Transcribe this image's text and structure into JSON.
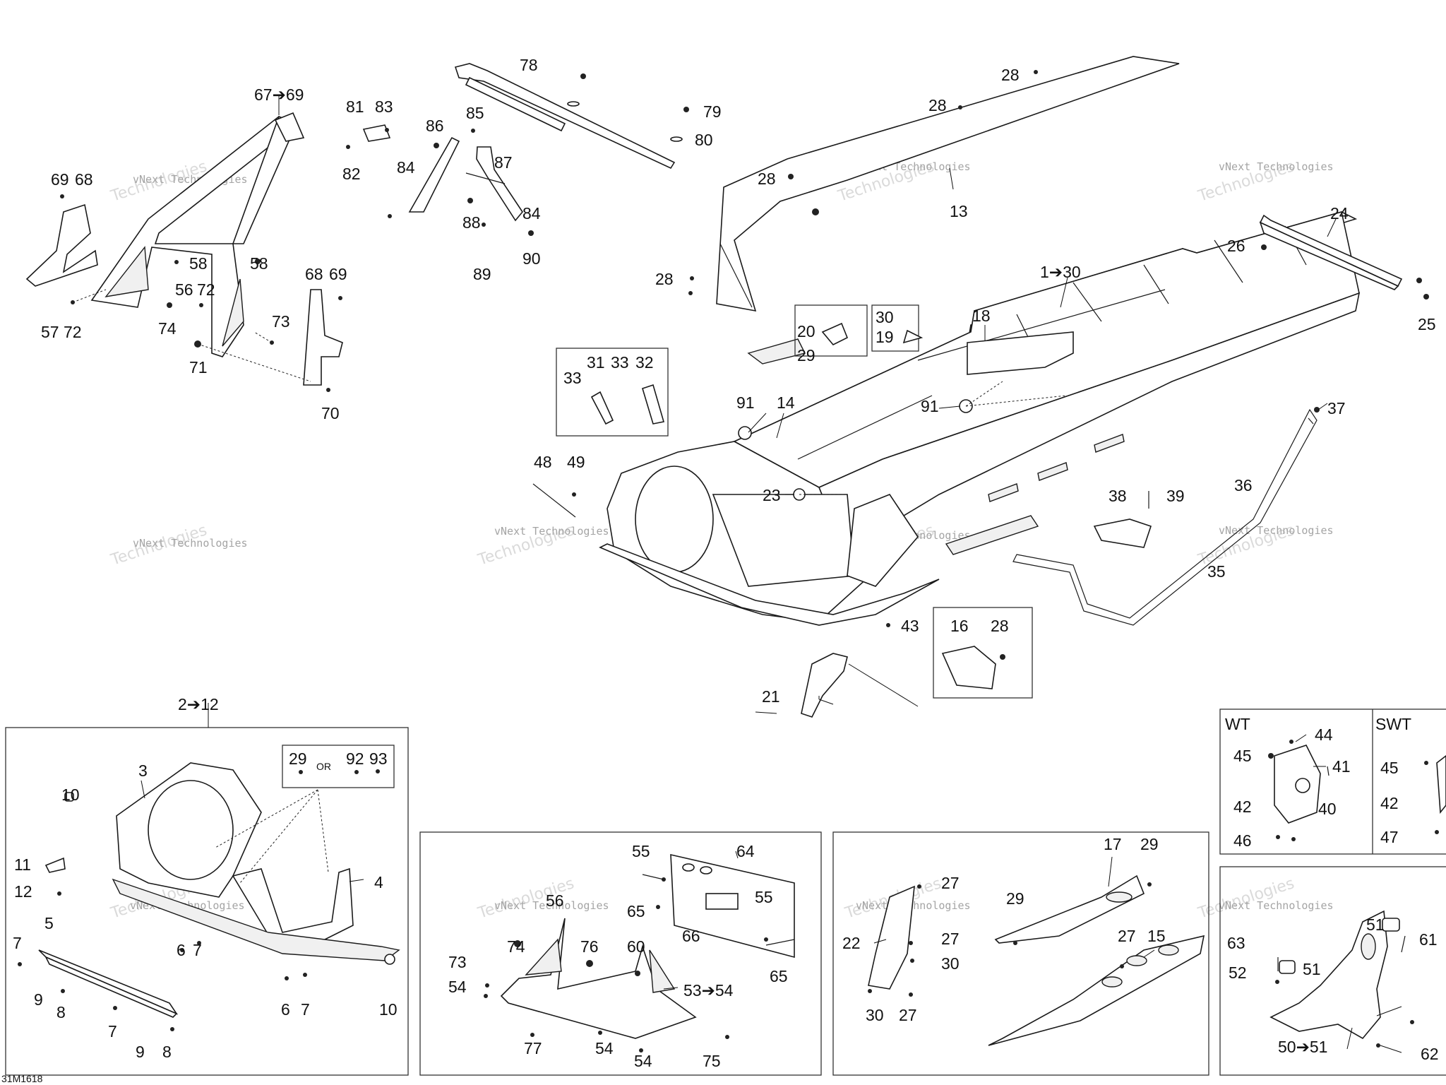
{
  "diagram": {
    "code": "31M1618",
    "watermark": {
      "line1": "vNext Technologies",
      "line2": "Technologies"
    },
    "callouts": {
      "c1": "1➔30",
      "c2": "2➔12",
      "c3": "3",
      "c4": "4",
      "c5": "5",
      "c6": "6",
      "c7": "7",
      "c8": "8",
      "c9": "9",
      "c10": "10",
      "c11": "11",
      "c12": "12",
      "c13": "13",
      "c14": "14",
      "c15": "15",
      "c16": "16",
      "c17": "17",
      "c18": "18",
      "c19": "19",
      "c20": "20",
      "c21": "21",
      "c22": "22",
      "c23": "23",
      "c24": "24",
      "c25": "25",
      "c26": "26",
      "c27": "27",
      "c28": "28",
      "c29": "29",
      "c30": "30",
      "c31": "31",
      "c32": "32",
      "c33": "33",
      "c35": "35",
      "c36": "36",
      "c37": "37",
      "c38": "38",
      "c39": "39",
      "c40": "40",
      "c41": "41",
      "c42": "42",
      "c43": "43",
      "c44": "44",
      "c45": "45",
      "c46": "46",
      "c47": "47",
      "c48": "48",
      "c49": "49",
      "c50": "50➔51",
      "c51": "51",
      "c52": "52",
      "c53": "53➔54",
      "c54": "54",
      "c55": "55",
      "c56": "56",
      "c57": "57",
      "c58": "58",
      "c60": "60",
      "c61": "61",
      "c62": "62",
      "c63": "63",
      "c64": "64",
      "c65": "65",
      "c66": "66",
      "c67": "67➔69",
      "c68": "68",
      "c69": "69",
      "c70": "70",
      "c71": "71",
      "c72": "72",
      "c73": "73",
      "c74": "74",
      "c75": "75",
      "c76": "76",
      "c77": "77",
      "c78": "78",
      "c79": "79",
      "c80": "80",
      "c81": "81",
      "c82": "82",
      "c83": "83",
      "c84": "84",
      "c85": "85",
      "c86": "86",
      "c87": "87",
      "c88": "88",
      "c89": "89",
      "c90": "90",
      "c91": "91",
      "c92": "92",
      "c93": "93",
      "or": "OR",
      "wt": "WT",
      "swt": "SWT"
    }
  }
}
